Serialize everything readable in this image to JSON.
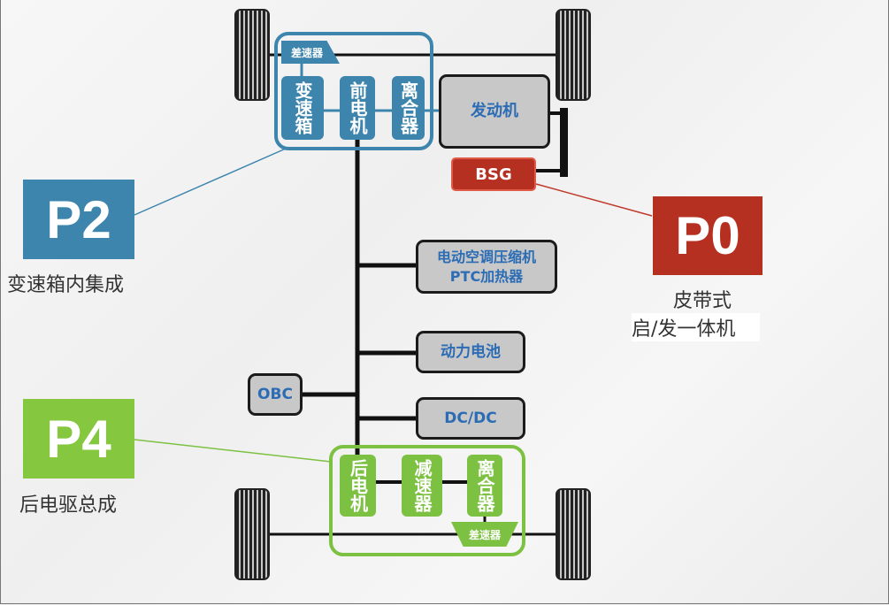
{
  "front_unit": {
    "differential": "差速器",
    "gearbox": "变速箱",
    "front_motor": "前电机",
    "clutch": "离合器"
  },
  "engine": "发动机",
  "bsg": "BSG",
  "components": {
    "ac_ptc_line1": "电动空调压缩机",
    "ac_ptc_line2": "PTC加热器",
    "battery": "动力电池",
    "obc": "OBC",
    "dcdc": "DC/DC"
  },
  "rear_unit": {
    "rear_motor": "后电机",
    "reducer": "减速器",
    "clutch": "离合器",
    "differential": "差速器"
  },
  "labels": {
    "p2": {
      "badge": "P2",
      "caption": "变速箱内集成"
    },
    "p0": {
      "badge": "P0",
      "caption_line1": "皮带式",
      "caption_line2": "启/发一体机"
    },
    "p4": {
      "badge": "P4",
      "caption": "后电驱总成"
    }
  },
  "colors": {
    "p2": "#3d85ad",
    "p0": "#b53021",
    "p4": "#7dc142",
    "component_text": "#2b6cb4"
  }
}
